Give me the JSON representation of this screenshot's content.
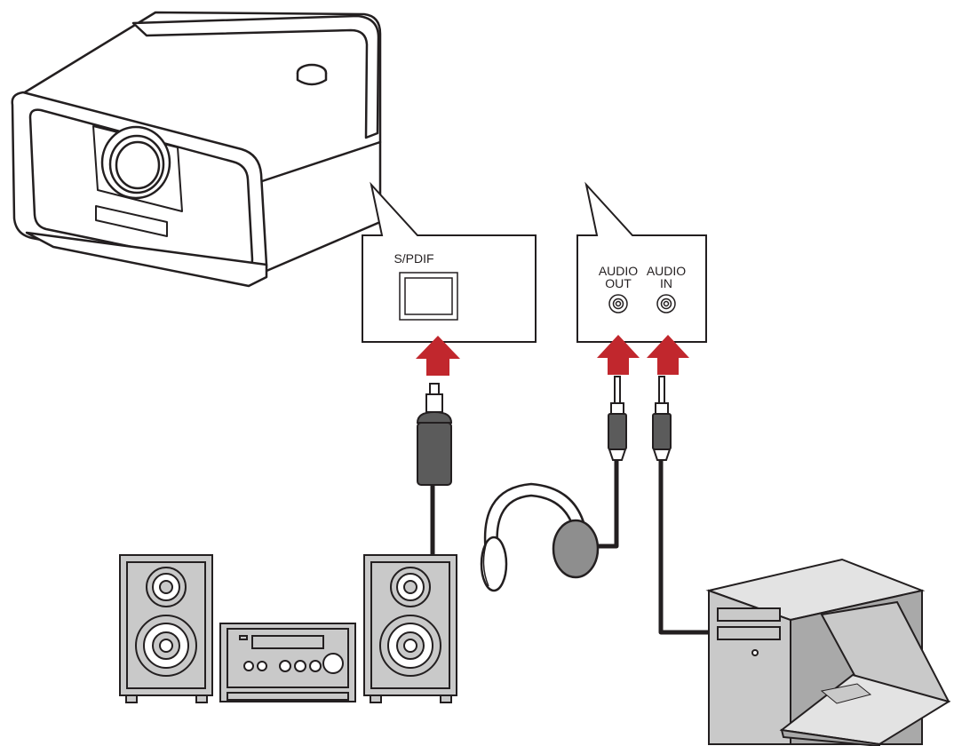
{
  "labels": {
    "spdif": "S/PDIF",
    "audio_out_line1": "AUDIO",
    "audio_out_line2": "OUT",
    "audio_in_line1": "AUDIO",
    "audio_in_line2": "IN"
  },
  "colors": {
    "arrow": "#c1272d",
    "device_fill": "#c9c9c9",
    "device_dark": "#a9a9a9",
    "cable": "#231f20",
    "plug_dark": "#5b5b5b",
    "outline": "#231f20"
  },
  "icons": [
    "projector-icon",
    "optical-plug-icon",
    "stereo-system-icon",
    "headphones-icon",
    "audio-plug-icon",
    "desktop-computer-icon",
    "laptop-icon",
    "arrow-up-icon"
  ]
}
